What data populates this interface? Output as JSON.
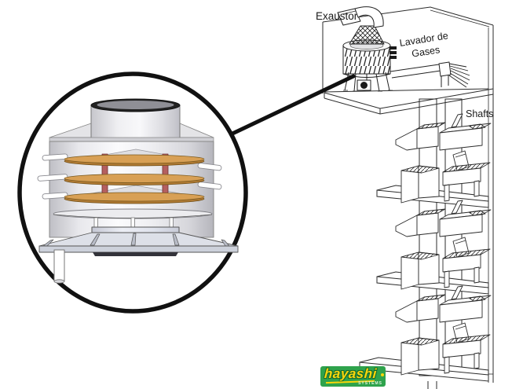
{
  "labels": {
    "exhaust_fan": "Exaustor",
    "gas_scrubber_line1": "Lavador de",
    "gas_scrubber_line2": "Gases",
    "shafts": "Shafts"
  },
  "logo": {
    "brand": "hayashi",
    "subtitle": "SYSTEMS"
  },
  "icons": [
    "detail-callout-circle",
    "callout-connector-line",
    "gas-scrubber-icon",
    "exhaust-elbow-icon",
    "roof-duct-louver-icon",
    "shaft-duct-icon",
    "fume-hood-icon",
    "lab-bench-icon"
  ],
  "colors": {
    "ink": "#1a1a1a",
    "line": "#2b2b2b",
    "tray_orange": "#d8a055",
    "tray_edge": "#7a5a20",
    "support_red": "#b45f5f",
    "logo_green": "#2fa34c",
    "logo_yellow": "#f9d60b",
    "metal_light": "#f2f2f4",
    "metal_shade": "#c2c2c8"
  }
}
